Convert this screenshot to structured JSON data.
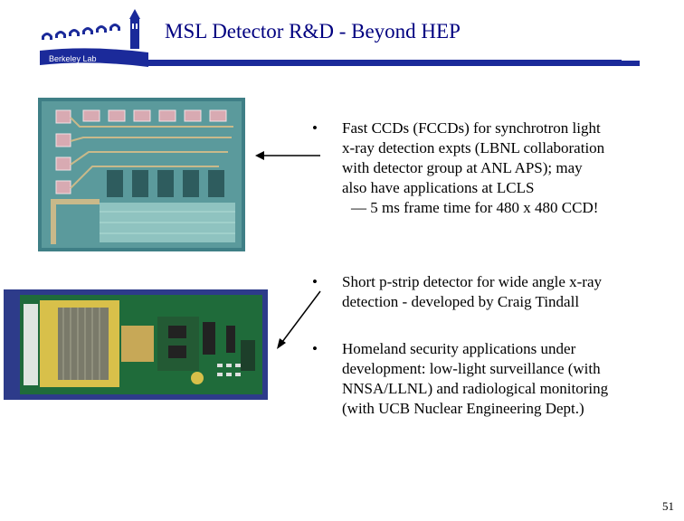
{
  "header": {
    "logo_text": "Berkeley Lab",
    "title": "MSL Detector R&D - Beyond HEP"
  },
  "images": {
    "fccd_photo": "FCCD chip micrograph",
    "pstrip_photo": "Short p-strip detector board"
  },
  "bullets": [
    {
      "marker": "•",
      "lines": [
        "Fast CCDs (FCCDs) for synchrotron light",
        "x-ray detection expts (LBNL collaboration",
        "with detector group at ANL APS); may",
        "also have applications at LCLS"
      ],
      "sub": "— 5 ms frame time for 480 x 480 CCD!"
    },
    {
      "marker": "•",
      "lines": [
        "Short p-strip detector for wide angle x-ray",
        "detection - developed by Craig Tindall"
      ]
    },
    {
      "marker": "•",
      "lines": [
        "Homeland security applications under",
        "development: low-light surveillance (with",
        "NNSA/LLNL) and radiological monitoring",
        "(with UCB Nuclear Engineering Dept.)"
      ]
    }
  ],
  "footer": {
    "page_number": "51"
  },
  "colors": {
    "title": "#000080",
    "rule": "#1b2a9a"
  }
}
